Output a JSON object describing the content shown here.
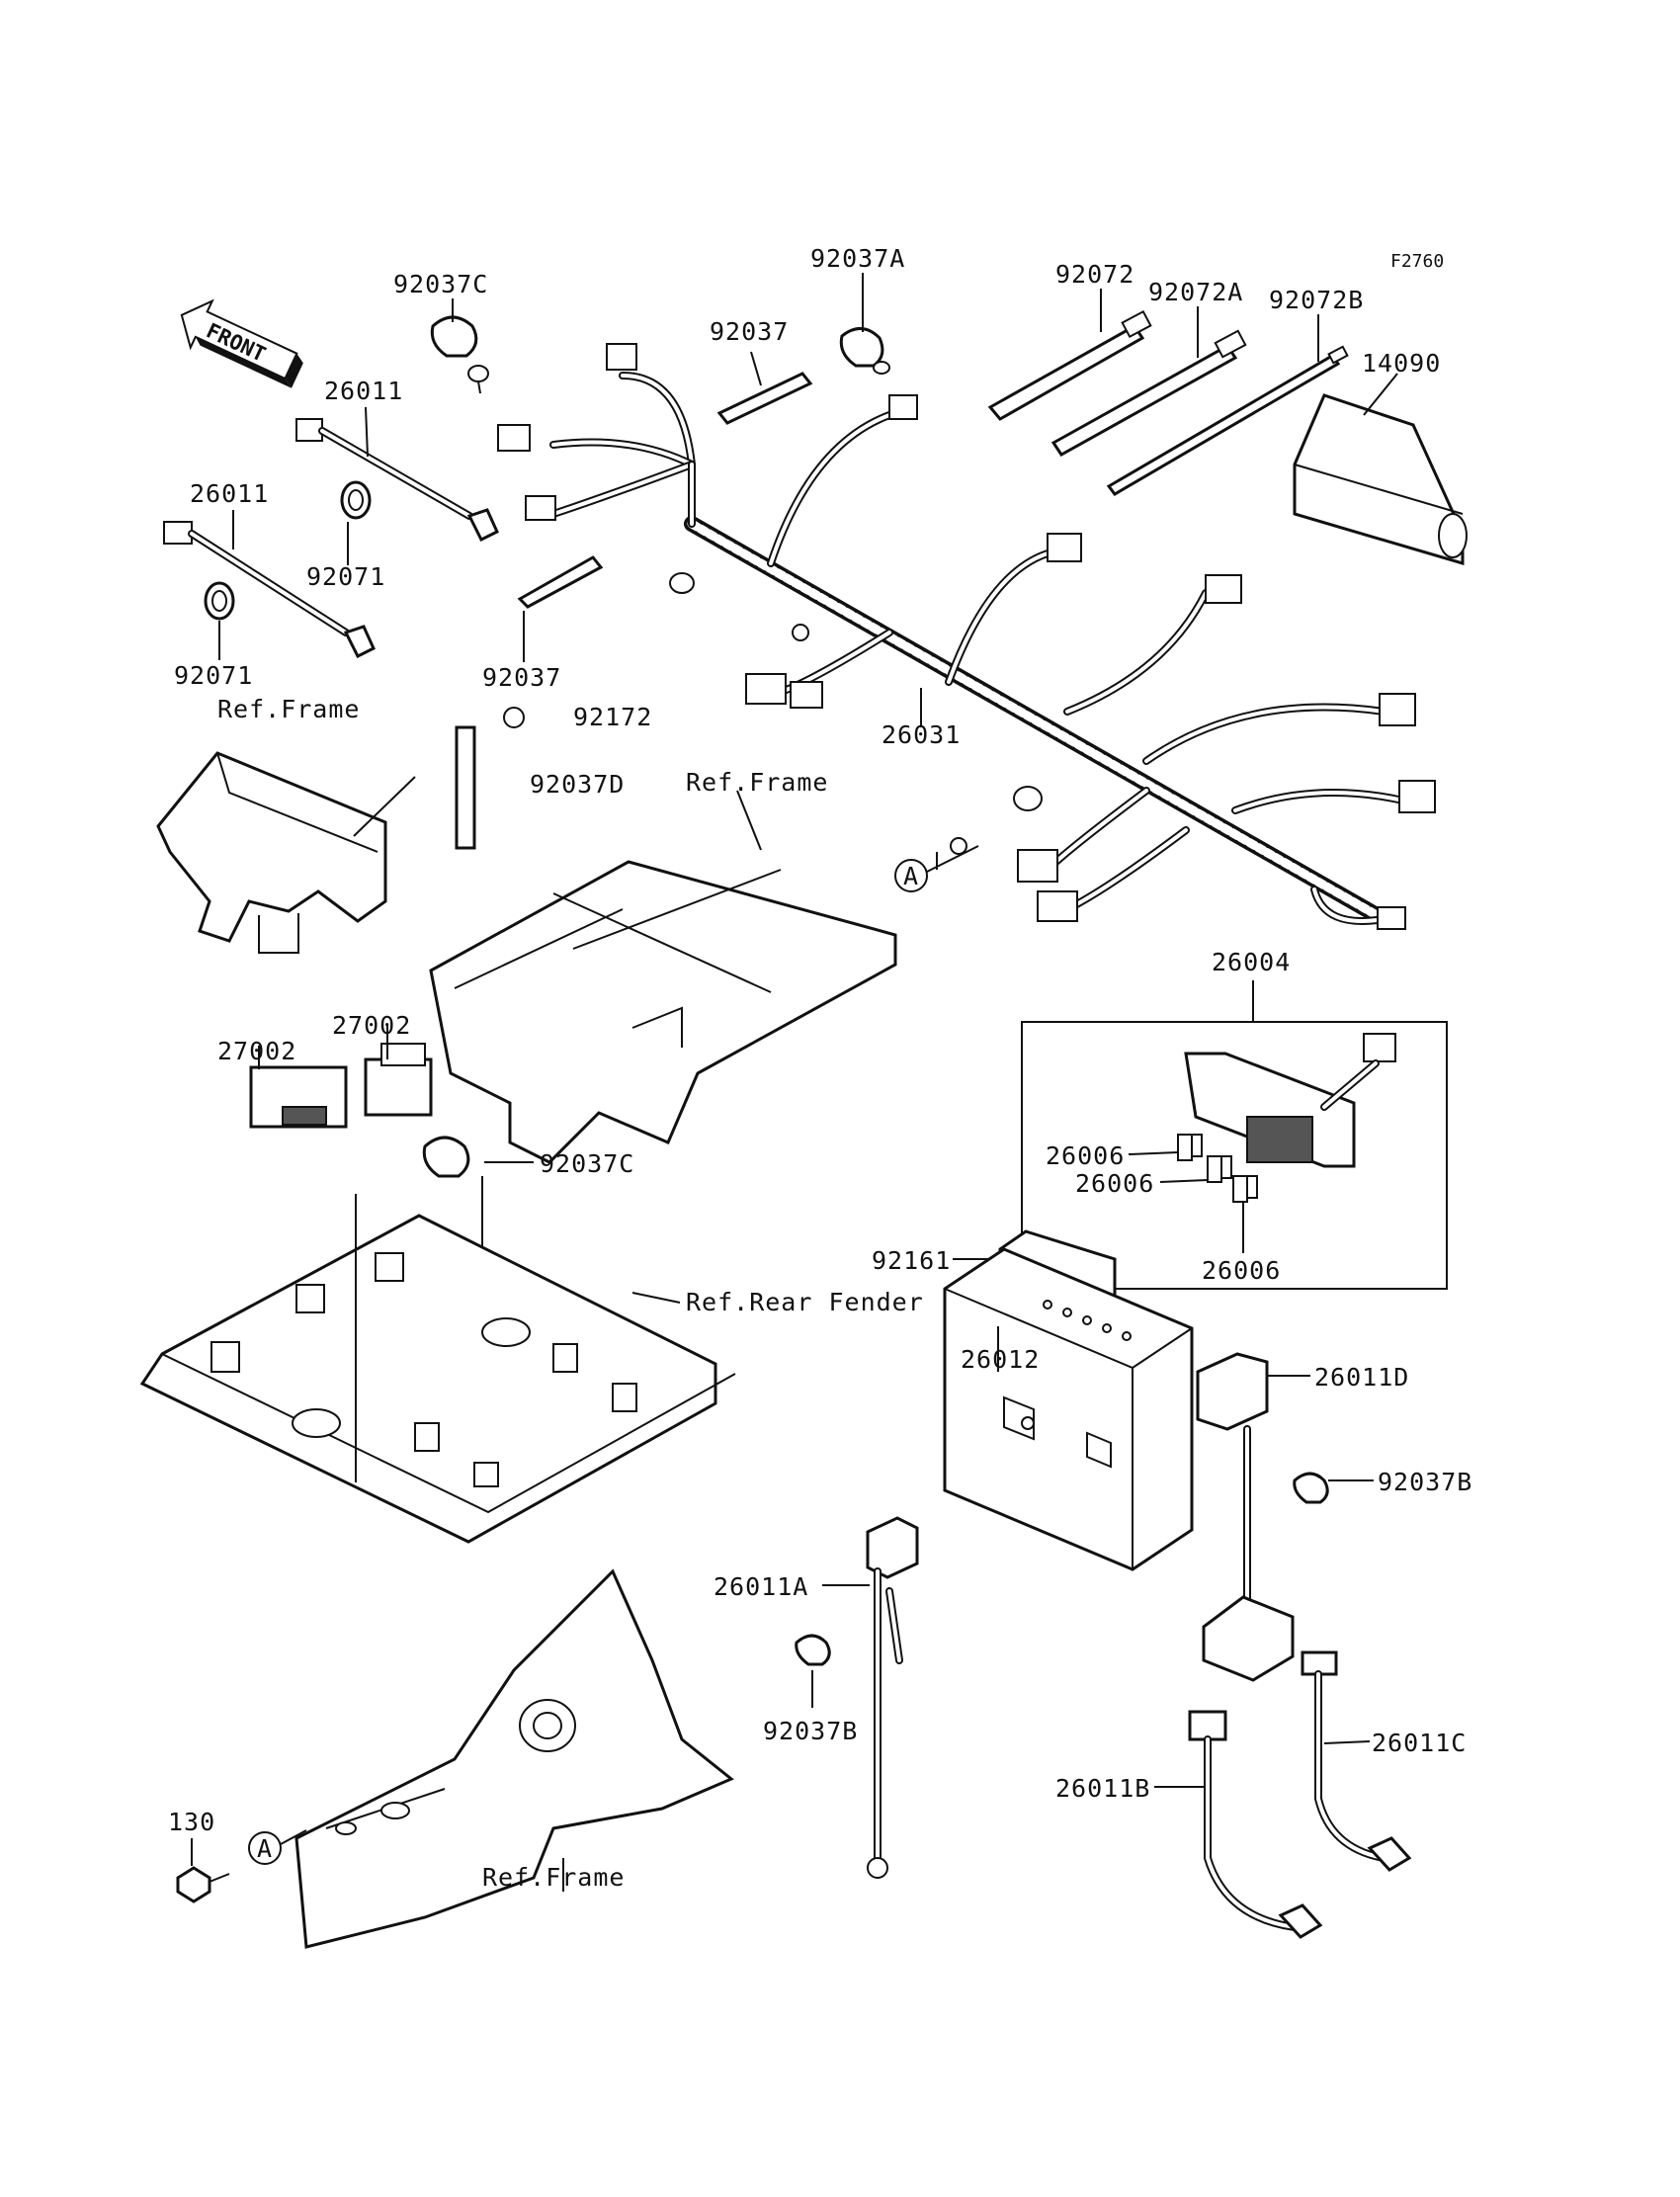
{
  "figure_code": "F2760",
  "front_arrow": "FRONT",
  "labels": {
    "p92037C_top": "92037C",
    "p92037A": "92037A",
    "p92037_top": "92037",
    "p92072": "92072",
    "p92072A": "92072A",
    "p92072B": "92072B",
    "p14090": "14090",
    "p26011_a": "26011",
    "p26011_b": "26011",
    "p92071_a": "92071",
    "p92071_b": "92071",
    "p92037_mid": "92037",
    "p92172": "92172",
    "p92037D": "92037D",
    "p26031": "26031",
    "p26004": "26004",
    "p27002_a": "27002",
    "p27002_b": "27002",
    "p92037C_mid": "92037C",
    "p26006_a": "26006",
    "p26006_b": "26006",
    "p26006_c": "26006",
    "p92161": "92161",
    "p26012": "26012",
    "p26011D": "26011D",
    "p92037B_a": "92037B",
    "p92037B_b": "92037B",
    "p26011A": "26011A",
    "p26011C": "26011C",
    "p26011B": "26011B",
    "p130": "130",
    "ref_frame_1": "Ref.Frame",
    "ref_frame_2": "Ref.Frame",
    "ref_frame_3": "Ref.Frame",
    "ref_rear_fender": "Ref.Rear Fender",
    "callout_a_1": "A",
    "callout_a_2": "A"
  }
}
